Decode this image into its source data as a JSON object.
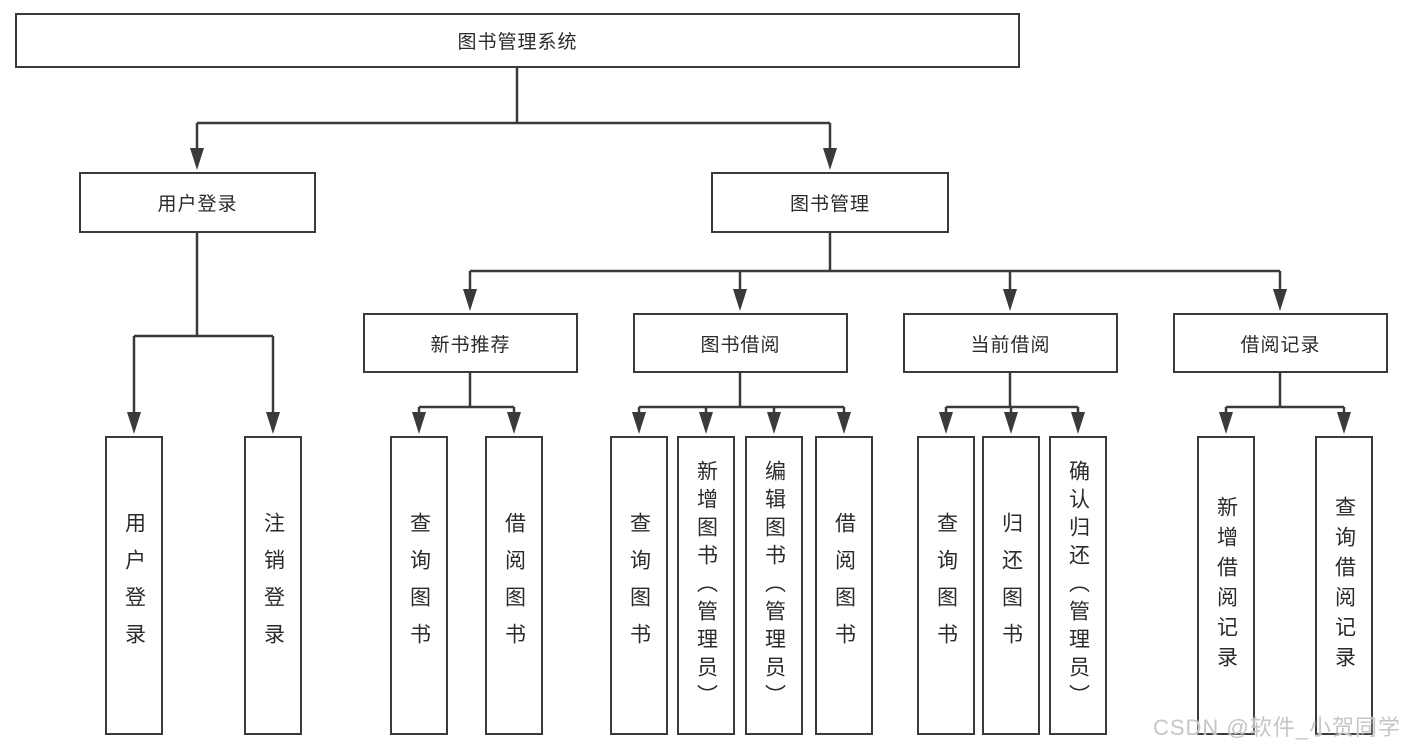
{
  "diagram": {
    "root": {
      "label": "图书管理系统"
    },
    "branches": [
      {
        "label": "用户登录",
        "children": [
          {
            "label": "用户登录"
          },
          {
            "label": "注销登录"
          }
        ]
      },
      {
        "label": "图书管理",
        "children": [
          {
            "label": "新书推荐",
            "children": [
              {
                "label": "查询图书"
              },
              {
                "label": "借阅图书"
              }
            ]
          },
          {
            "label": "图书借阅",
            "children": [
              {
                "label": "查询图书"
              },
              {
                "label": "新增图书（管理员）"
              },
              {
                "label": "编辑图书（管理员）"
              },
              {
                "label": "借阅图书"
              }
            ]
          },
          {
            "label": "当前借阅",
            "children": [
              {
                "label": "查询图书"
              },
              {
                "label": "归还图书"
              },
              {
                "label": "确认归还（管理员）"
              }
            ]
          },
          {
            "label": "借阅记录",
            "children": [
              {
                "label": "新增借阅记录"
              },
              {
                "label": "查询借阅记录"
              }
            ]
          }
        ]
      }
    ]
  },
  "watermark": {
    "text": "CSDN @软件_小贺同学"
  },
  "colors": {
    "line": "#3a3a3a",
    "text": "#2b2b2b",
    "background": "#ffffff",
    "watermark": "#c6c6c6"
  }
}
